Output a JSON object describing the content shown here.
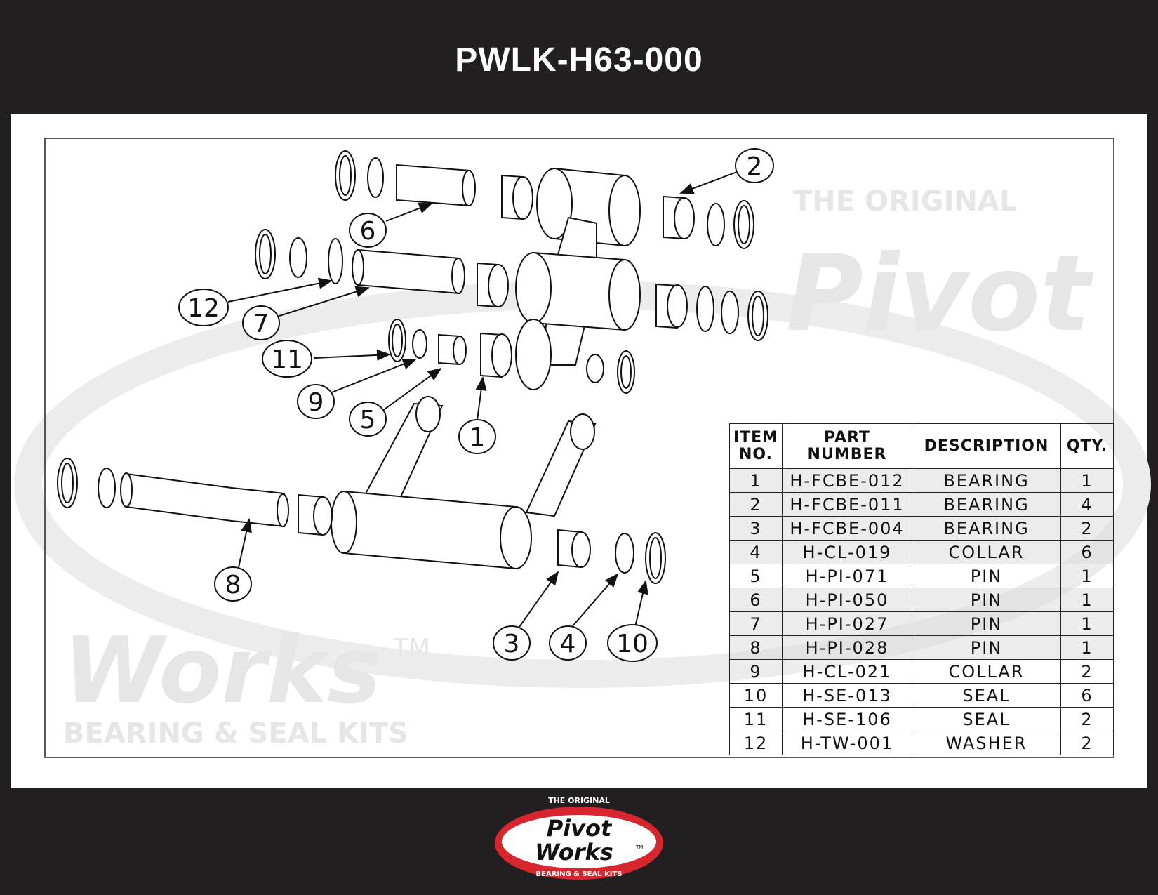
{
  "title": "PWLK-H63-000",
  "watermark": {
    "top": "THE ORIGINAL",
    "line1": "Pivot",
    "line2": "Works",
    "bottom": "BEARING & SEAL KITS",
    "tm": "TM"
  },
  "callouts": [
    "1",
    "2",
    "3",
    "4",
    "5",
    "6",
    "7",
    "8",
    "9",
    "10",
    "11",
    "12"
  ],
  "table": {
    "headers": {
      "item_1": "ITEM",
      "item_2": "NO.",
      "part_1": "PART",
      "part_2": "NUMBER",
      "description": "DESCRIPTION",
      "qty": "QTY."
    },
    "rows": [
      {
        "item": "1",
        "part": "H-FCBE-012",
        "description": "BEARING",
        "qty": "1"
      },
      {
        "item": "2",
        "part": "H-FCBE-011",
        "description": "BEARING",
        "qty": "4"
      },
      {
        "item": "3",
        "part": "H-FCBE-004",
        "description": "BEARING",
        "qty": "2"
      },
      {
        "item": "4",
        "part": "H-CL-019",
        "description": "COLLAR",
        "qty": "6"
      },
      {
        "item": "5",
        "part": "H-PI-071",
        "description": "PIN",
        "qty": "1"
      },
      {
        "item": "6",
        "part": "H-PI-050",
        "description": "PIN",
        "qty": "1"
      },
      {
        "item": "7",
        "part": "H-PI-027",
        "description": "PIN",
        "qty": "1"
      },
      {
        "item": "8",
        "part": "H-PI-028",
        "description": "PIN",
        "qty": "1"
      },
      {
        "item": "9",
        "part": "H-CL-021",
        "description": "COLLAR",
        "qty": "2"
      },
      {
        "item": "10",
        "part": "H-SE-013",
        "description": "SEAL",
        "qty": "6"
      },
      {
        "item": "11",
        "part": "H-SE-106",
        "description": "SEAL",
        "qty": "2"
      },
      {
        "item": "12",
        "part": "H-TW-001",
        "description": "WASHER",
        "qty": "2"
      }
    ]
  },
  "logo": {
    "top": "THE ORIGINAL",
    "line1": "Pivot",
    "line2": "Works",
    "tm": "TM",
    "bottom": "BEARING & SEAL KITS"
  },
  "colors": {
    "background": "#231f20",
    "logo_red": "#d7262e"
  }
}
